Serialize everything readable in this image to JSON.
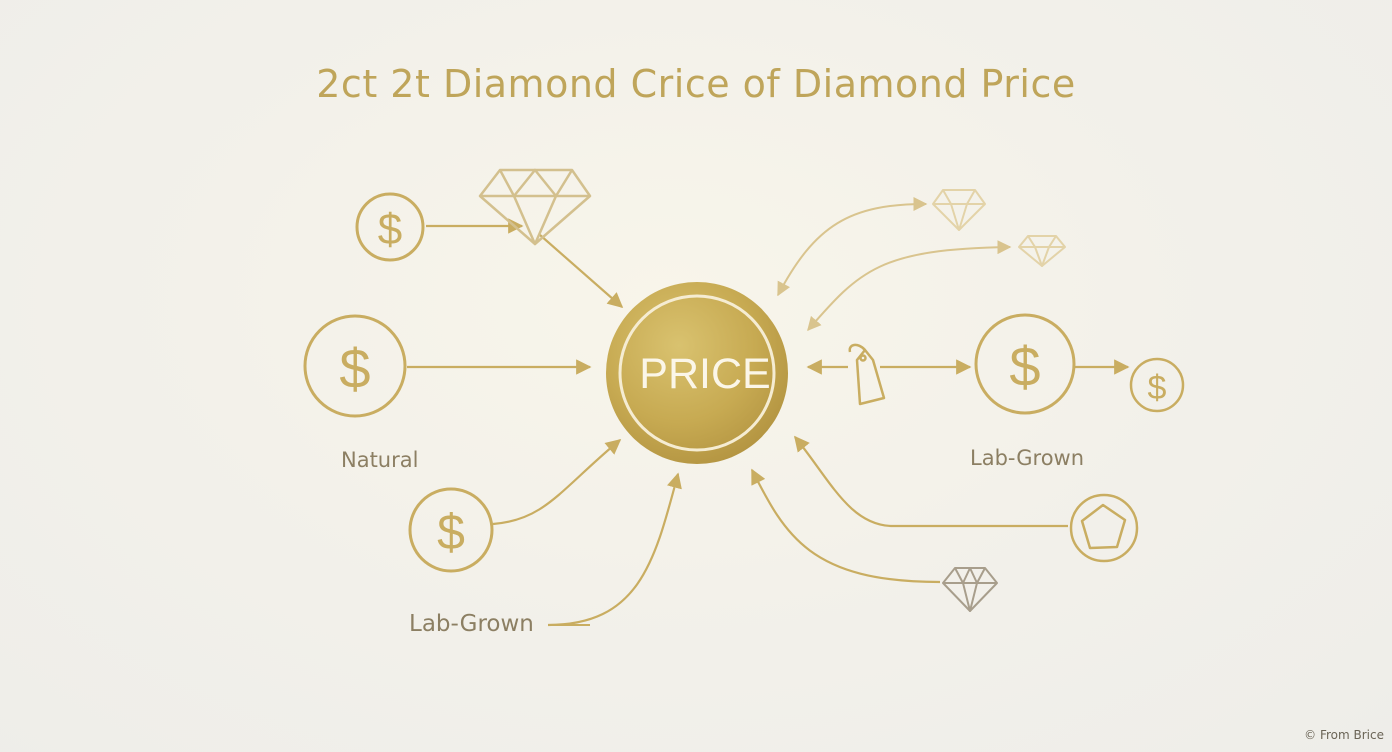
{
  "title": "2ct 2t Diamond Crice of Diamond Price",
  "center": {
    "label": "PRICE"
  },
  "labels": {
    "natural": "Natural",
    "lab_grown_right": "Lab-Grown",
    "lab_grown_bottom": "Lab-Grown"
  },
  "icons": {
    "dollar_symbol": "$",
    "dollar": "dollar-icon",
    "diamond": "diamond-icon",
    "price_tag": "price-tag-icon",
    "pentagon": "pentagon-icon"
  },
  "footer": "© From Brice",
  "colors": {
    "gold": "#c9ad61",
    "gold_light": "#e2cfa0",
    "gold_dark": "#b89a4c",
    "text": "#8c7f63",
    "diamond_gray": "#a89e8c",
    "background": "#f3f1ea"
  }
}
